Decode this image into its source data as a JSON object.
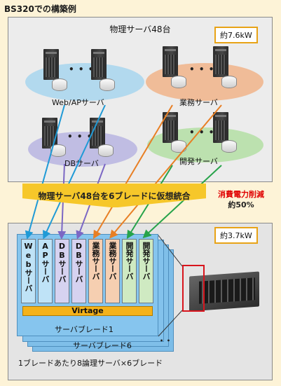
{
  "title": "BS320での構築例",
  "physical": {
    "heading": "物理サーバ48台",
    "power": "約7.6kW",
    "groups": [
      {
        "label": "Web/APサーバ",
        "color": "#a8d6ee"
      },
      {
        "label": "業務サーバ",
        "color": "#f1b48a"
      },
      {
        "label": "DBサーバ",
        "color": "#b9b5e2"
      },
      {
        "label": "開発サーバ",
        "color": "#b4dfa4"
      }
    ]
  },
  "banner": "物理サーバ48台を6ブレードに仮想統合",
  "reduction": {
    "line1": "消費電力削減",
    "line2": "約50%"
  },
  "blade_area": {
    "power": "約3.7kW",
    "vms": [
      {
        "label": "Webサーバ",
        "color": "#bfe3f7"
      },
      {
        "label": "APサーバ",
        "color": "#bfe3f7"
      },
      {
        "label": "DBサーバ",
        "color": "#d6d2f0"
      },
      {
        "label": "DBサーバ",
        "color": "#d6d2f0"
      },
      {
        "label": "業務サーバ",
        "color": "#f6cfb1"
      },
      {
        "label": "業務サーバ",
        "color": "#f6cfb1"
      },
      {
        "label": "開発サーバ",
        "color": "#cfeac2"
      },
      {
        "label": "開発サーバ",
        "color": "#cfeac2"
      }
    ],
    "hypervisor": "Virtage",
    "blade_front": "サーバブレード1",
    "blade_back": "サーバブレード6",
    "footer": "1ブレードあたり8論理サーバ×6ブレード"
  },
  "arrow_colors": {
    "web": "#1f9ad6",
    "db": "#7b67c4",
    "biz": "#e87f24",
    "dev": "#27a34a"
  }
}
